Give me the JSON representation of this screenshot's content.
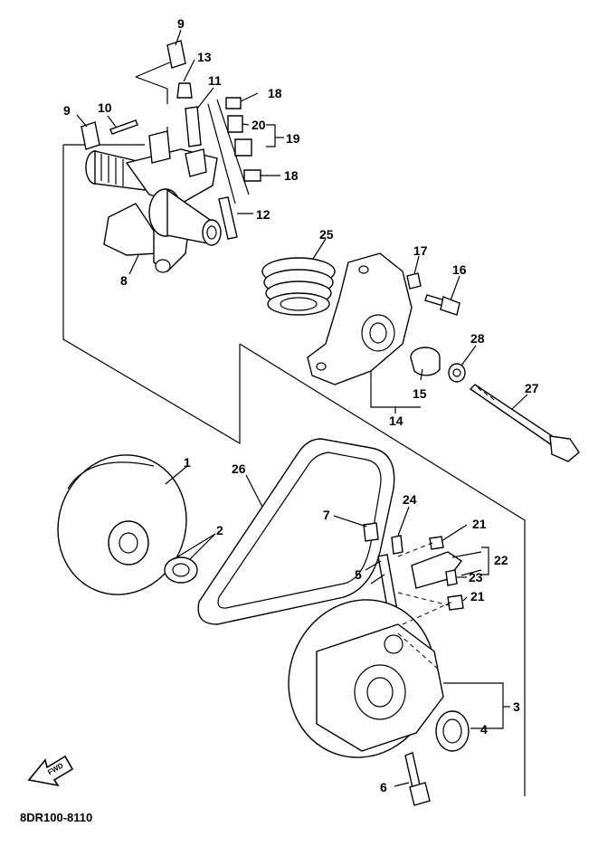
{
  "diagram": {
    "code": "8DR100-8110",
    "fwd_label": "FWD",
    "callouts": [
      "1",
      "2",
      "3",
      "4",
      "5",
      "6",
      "7",
      "8",
      "9",
      "9",
      "10",
      "11",
      "12",
      "13",
      "14",
      "15",
      "16",
      "17",
      "18",
      "18",
      "19",
      "20",
      "21",
      "21",
      "22",
      "23",
      "24",
      "25",
      "26",
      "27",
      "28"
    ]
  }
}
